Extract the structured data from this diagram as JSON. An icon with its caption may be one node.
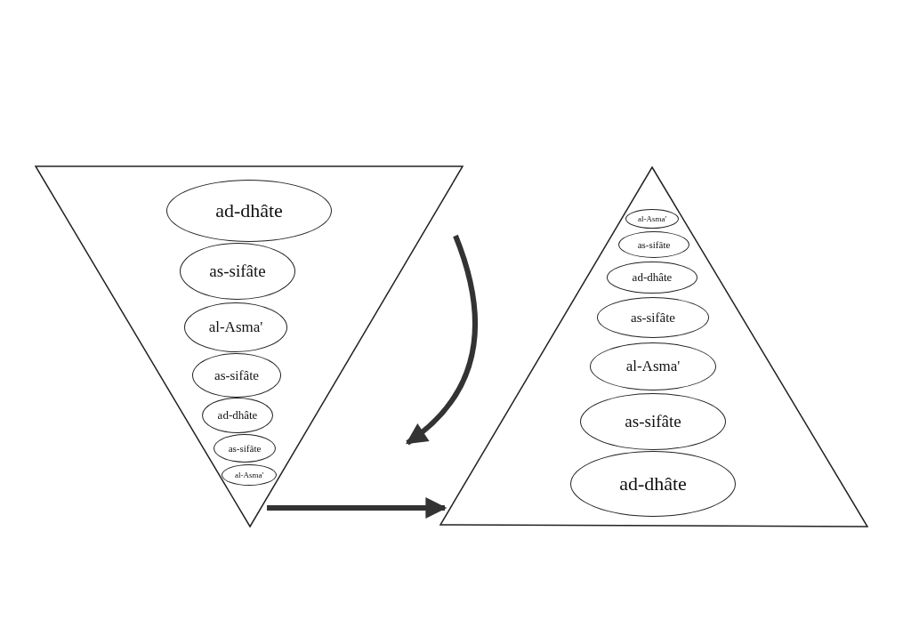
{
  "diagram": {
    "nodes": [
      {
        "text": [],
        "shape": "triangle"
      },
      {
        "text": [
          "ad-dhâte"
        ],
        "in": 0
      },
      {
        "text": [
          "as-sifâte"
        ],
        "in": 0
      },
      {
        "text": [
          "al-Asma'"
        ],
        "in": 0
      },
      {
        "text": [
          "as-sifâte"
        ],
        "in": 0
      },
      {
        "text": [
          "ad-dhâte"
        ],
        "in": 0
      },
      {
        "text": [
          "as-sifâte"
        ],
        "in": 0
      },
      {
        "text": [
          "al-Asma'"
        ],
        "in": 0
      },
      {
        "text": [],
        "shape": "triangle"
      },
      {
        "text": [
          "al-Asma'"
        ],
        "in": 8
      },
      {
        "text": [
          "as-sifâte"
        ],
        "in": 8
      },
      {
        "text": [
          "ad-dhâte"
        ],
        "in": 8
      },
      {
        "text": [
          "as-sifâte"
        ],
        "in": 8
      },
      {
        "text": [
          "al-Asma'"
        ],
        "in": 8
      },
      {
        "text": [
          "as-sifâte"
        ],
        "in": 8
      },
      {
        "text": [
          "ad-dhâte"
        ],
        "in": 8
      }
    ],
    "edges": [
      {
        "from": 0,
        "to": 8,
        "arrow": "to"
      }
    ]
  }
}
